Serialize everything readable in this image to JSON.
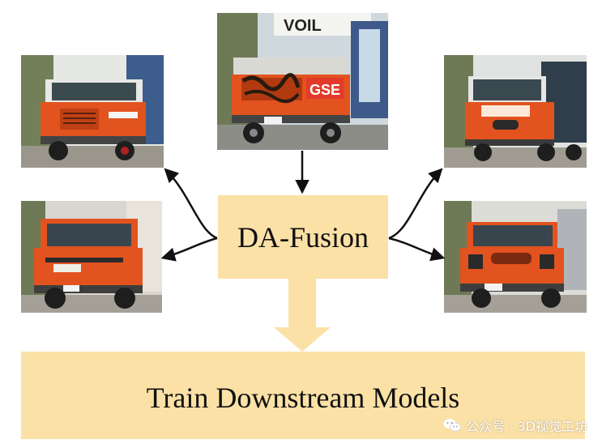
{
  "center": {
    "label": "DA-Fusion"
  },
  "bottom": {
    "label": "Train Downstream Models"
  },
  "watermark": {
    "text": "公众号 · 3D视觉工坊",
    "icon": "wechat-icon"
  },
  "photos": {
    "top": {
      "subject": "orange truck with graffiti, original image",
      "sign_text": "VOIL",
      "grille_text": "GSE"
    },
    "upper_left": {
      "subject": "augmented orange truck"
    },
    "upper_right": {
      "subject": "augmented orange truck"
    },
    "lower_left": {
      "subject": "augmented orange truck"
    },
    "lower_right": {
      "subject": "augmented orange truck"
    }
  },
  "colors": {
    "box_fill": "#fbe1a6",
    "arrow": "#111111",
    "big_arrow": "#fbe1a6",
    "truck_orange": "#e2531f"
  }
}
